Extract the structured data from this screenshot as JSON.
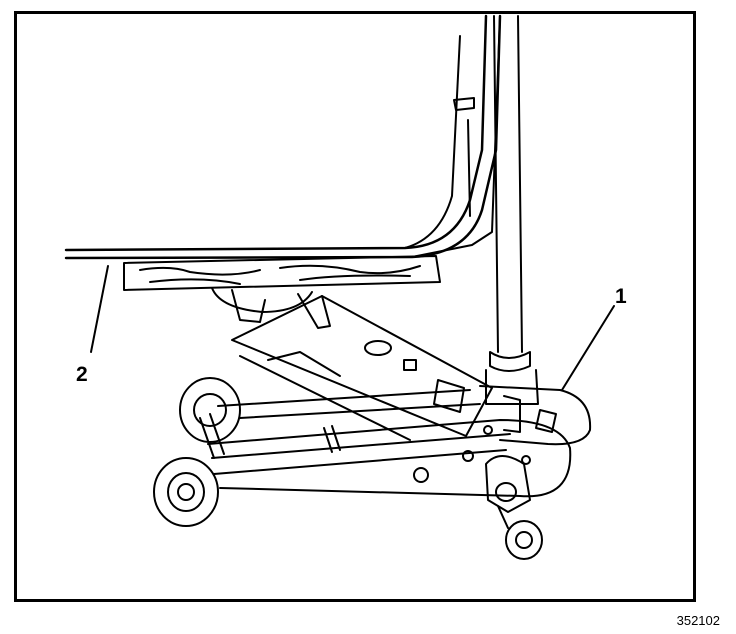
{
  "figure": {
    "callouts": [
      {
        "id": "1",
        "label": "1"
      },
      {
        "id": "2",
        "label": "2"
      }
    ],
    "figure_number": "352102"
  }
}
